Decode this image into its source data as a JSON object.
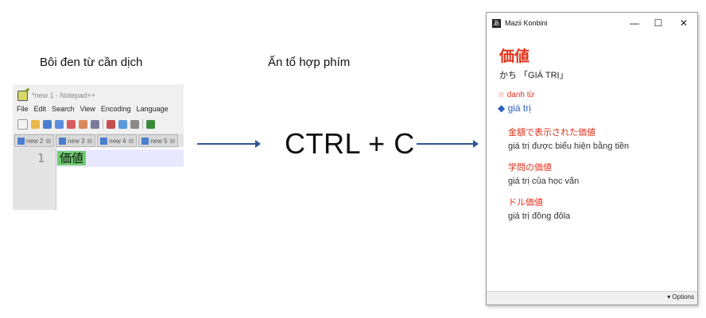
{
  "captions": {
    "highlight": "Bôi đen từ cần dịch",
    "shortcut_step": "Ấn tổ hợp phím"
  },
  "shortcut": "CTRL + C",
  "notepad": {
    "title": "*new 1 - Notepad++",
    "menu": [
      "File",
      "Edit",
      "Search",
      "View",
      "Encoding",
      "Language"
    ],
    "tabs": [
      "new 2",
      "new 3",
      "new 4",
      "new 5"
    ],
    "line_number": "1",
    "selected_text": "価値",
    "colors": {
      "selection": "#6ece6e",
      "current_line": "#e8e8ff",
      "tab_icon": "#4a7fcf"
    }
  },
  "mazii": {
    "title": "Mazii Konbini",
    "logo_text": "あ",
    "controls": {
      "minimize": "—",
      "maximize": "☐",
      "close": "✕"
    },
    "word": "価値",
    "reading": "かち 「GIÁ TRỊ」",
    "part_of_speech": "☆ danh từ",
    "meaning": "◆ giá trị",
    "examples": [
      {
        "jp": "金額で表示された価値",
        "vi": "giá trị được biểu hiện bằng tiền"
      },
      {
        "jp": "学問の価値",
        "vi": "giá trị của học vấn"
      },
      {
        "jp": "ドル価値",
        "vi": "giá trị đồng đôla"
      }
    ],
    "options_label": "▾ Options",
    "colors": {
      "accent": "#e0321c",
      "meaning": "#2f5fbf"
    }
  },
  "arrow_color": "#2f5597"
}
